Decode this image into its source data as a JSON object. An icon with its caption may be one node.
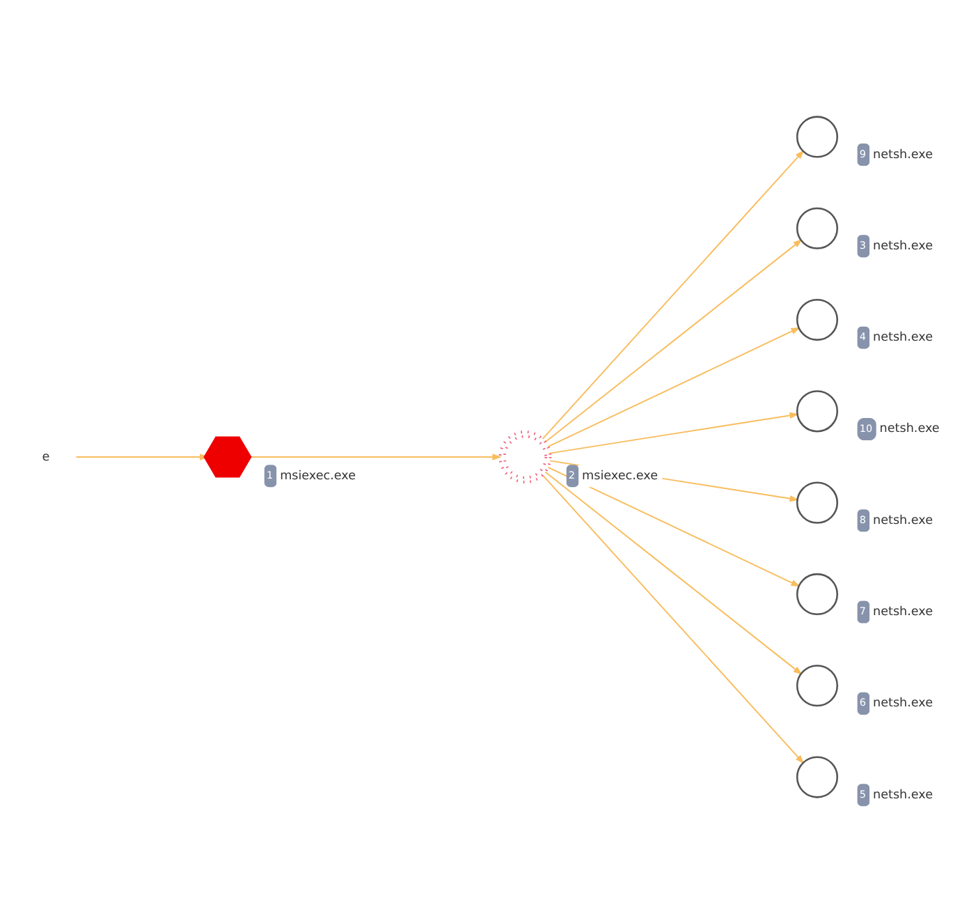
{
  "diagram": {
    "nodes": [
      {
        "text": [
          "e"
        ]
      },
      {
        "text": [
          "1",
          "msiexec.exe"
        ]
      },
      {
        "text": [
          "2",
          "msiexec.exe"
        ]
      },
      {
        "text": [
          "9",
          "netsh.exe"
        ]
      },
      {
        "text": [
          "3",
          "netsh.exe"
        ]
      },
      {
        "text": [
          "4",
          "netsh.exe"
        ]
      },
      {
        "text": [
          "10",
          "netsh.exe"
        ]
      },
      {
        "text": [
          "8",
          "netsh.exe"
        ]
      },
      {
        "text": [
          "7",
          "netsh.exe"
        ]
      },
      {
        "text": [
          "6",
          "netsh.exe"
        ]
      },
      {
        "text": [
          "5",
          "netsh.exe"
        ]
      }
    ],
    "edges": [
      {
        "from": 0,
        "to": 1,
        "arrow": "to"
      },
      {
        "from": 1,
        "to": 2,
        "arrow": "to"
      },
      {
        "from": 2,
        "to": 3,
        "arrow": "to"
      },
      {
        "from": 2,
        "to": 4,
        "arrow": "to"
      },
      {
        "from": 2,
        "to": 5,
        "arrow": "to"
      },
      {
        "from": 2,
        "to": 6,
        "arrow": "to"
      },
      {
        "from": 2,
        "to": 7,
        "arrow": "to"
      },
      {
        "from": 2,
        "to": 8,
        "arrow": "to"
      },
      {
        "from": 2,
        "to": 9,
        "arrow": "to"
      },
      {
        "from": 2,
        "to": 10,
        "arrow": "to"
      }
    ]
  }
}
